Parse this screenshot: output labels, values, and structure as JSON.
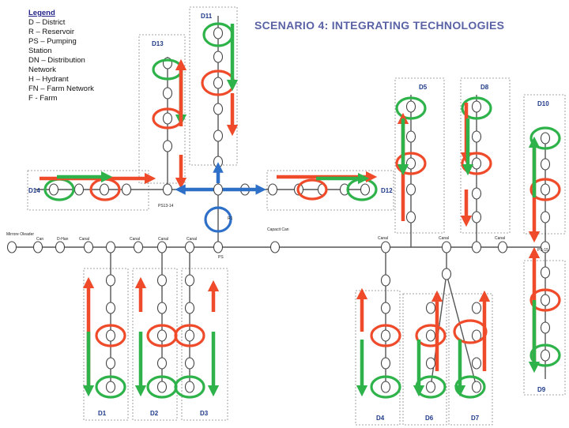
{
  "title": "SCENARIO 4: INTEGRATING TECHNOLOGIES",
  "legend": {
    "heading": "Legend",
    "lines": [
      "D – District",
      "R – Reservoir",
      "PS – Pumping",
      "Station",
      "DN – Distribution",
      "Network",
      "H – Hydrant",
      "FN – Farm Network",
      "F - Farm"
    ]
  },
  "districts": {
    "d1": "D1",
    "d2": "D2",
    "d3": "D3",
    "d4": "D4",
    "d5": "D5",
    "d6": "D6",
    "d7": "D7",
    "d8": "D8",
    "d9": "D9",
    "d10": "D10",
    "d11": "D11",
    "d12": "D12",
    "d13": "D13",
    "d14": "D14"
  },
  "node_labels": {
    "source": "Mirrore Oleader",
    "can1": "Can",
    "dhan": "D-Han",
    "canal": "Canal",
    "ps": "PS",
    "r1": "R1",
    "capacit": "Capacit Can",
    "ps1314": "PS13-14",
    "ps1516": "PS-15"
  },
  "colors": {
    "green": "#2eb24a",
    "red": "#ef4a2a",
    "blue": "#2e6fc8",
    "line": "#555555",
    "box": "#888888"
  }
}
